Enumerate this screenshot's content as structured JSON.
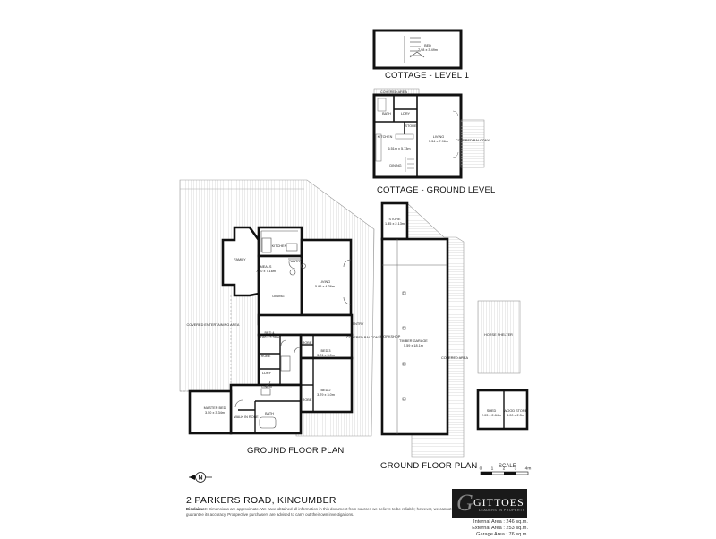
{
  "headings": {
    "cottage_level1": "COTTAGE - LEVEL 1",
    "cottage_ground": "COTTAGE - GROUND LEVEL",
    "ground_floor_house": "GROUND FLOOR PLAN",
    "ground_floor_shed": "GROUND FLOOR PLAN"
  },
  "address": "2 PARKERS ROAD, KINCUMBER",
  "disclaimer": {
    "label": "Disclaimer:",
    "text": "Dimensions are approximate. We have obtained all information in this document from sources we believe to be reliable; however, we cannot guarantee its accuracy. Prospective purchasers are advised to carry out their own investigations."
  },
  "logo": {
    "mark": "G",
    "name": "GITTOES",
    "tagline": "LEADERS IN PROPERTY"
  },
  "areas": {
    "internal": "Internal Area : 246 sq.m.",
    "external": "External Area : 253 sq.m.",
    "garage": "Garage Area : 76 sq.m."
  },
  "scale": {
    "label": "SCALE",
    "ticks": [
      "0",
      "1",
      "2",
      "3",
      "4m"
    ]
  },
  "compass": "N",
  "rooms": {
    "bed_loft": {
      "name": "BED",
      "dim": "7.98 x 3.49m"
    },
    "covered_area_top": {
      "name": "COVERED AREA",
      "dim": ""
    },
    "bath_c": {
      "name": "BATH",
      "dim": ""
    },
    "lndy_c": {
      "name": "LDRY",
      "dim": ""
    },
    "store_c": {
      "name": "STORE",
      "dim": ""
    },
    "kitchen_c": {
      "name": "KITCHEN",
      "dim": ""
    },
    "kd_dim": {
      "name": "",
      "dim": "6.51m x 5.73m"
    },
    "dining_c": {
      "name": "DINING",
      "dim": ""
    },
    "living_c": {
      "name": "LIVING",
      "dim": "5.34 x 7.96m"
    },
    "covered_balcony_c": {
      "name": "COVERED BALCONY",
      "dim": ""
    },
    "kitchen": {
      "name": "KITCHEN",
      "dim": ""
    },
    "family": {
      "name": "FAMILY",
      "dim": ""
    },
    "meals": {
      "name": "MEALS",
      "dim": "7.80 x 7.16m"
    },
    "pantry": {
      "name": "PANTRY",
      "dim": ""
    },
    "dining": {
      "name": "DINING",
      "dim": ""
    },
    "living": {
      "name": "LIVING",
      "dim": "5.95 x 4.36m"
    },
    "covered_ent": {
      "name": "COVERED ENTERTAINING AREA",
      "dim": ""
    },
    "entry": {
      "name": "ENTRY",
      "dim": ""
    },
    "covered_balcony": {
      "name": "COVERED BALCONY",
      "dim": ""
    },
    "bed4": {
      "name": "BED 4",
      "dim": "3.60 x 2.39m"
    },
    "robe1": {
      "name": "ROBE",
      "dim": ""
    },
    "robe2": {
      "name": "ROBE",
      "dim": ""
    },
    "robe3": {
      "name": "ROBE",
      "dim": ""
    },
    "bed3": {
      "name": "BED 3",
      "dim": "3.74 x 3.0m"
    },
    "bed2": {
      "name": "BED 2",
      "dim": "3.79 x 3.0m"
    },
    "lndy": {
      "name": "LDRY",
      "dim": ""
    },
    "linen": {
      "name": "LINEN",
      "dim": ""
    },
    "master": {
      "name": "MASTER BED",
      "dim": "3.50 x 3.34m"
    },
    "wir": {
      "name": "WALK IN ROBE",
      "dim": ""
    },
    "bath": {
      "name": "BATH",
      "dim": ""
    },
    "store": {
      "name": "STORE",
      "dim": "1.85 x 2.13m"
    },
    "workshop": {
      "name": "WORKSHOP",
      "dim": ""
    },
    "garage": {
      "name": "TIMBER GARAGE",
      "dim": "5.59 x 18.1m"
    },
    "covered_area": {
      "name": "COVERED AREA",
      "dim": ""
    },
    "horse": {
      "name": "HORSE SHELTER",
      "dim": ""
    },
    "shed": {
      "name": "SHED",
      "dim": "2.03 x 2.84m"
    },
    "wood": {
      "name": "WOOD STORE",
      "dim": "3.00 x 2.3m"
    }
  }
}
